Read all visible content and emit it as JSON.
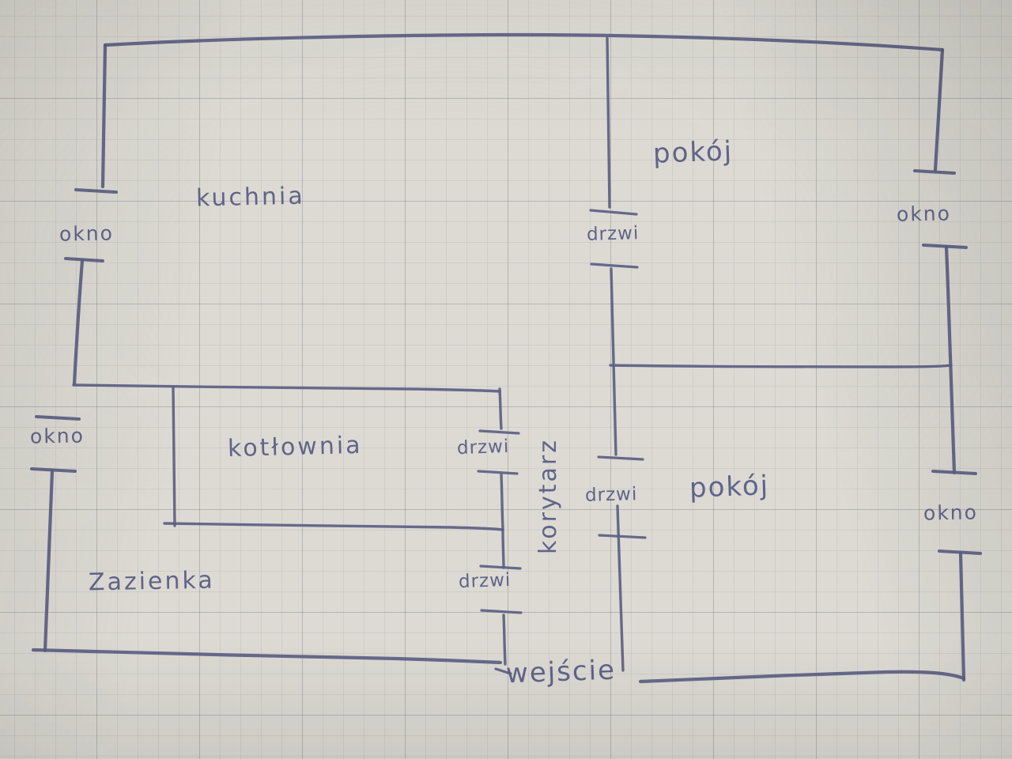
{
  "document": {
    "kind": "hand-drawn floor plan sketch on graph paper",
    "language": "Polish",
    "ink_color": "#5b5f83",
    "paper_color": "#dcdad3",
    "grid_color": "#787c84"
  },
  "rooms": [
    {
      "id": "kuchnia",
      "label": "kuchnia",
      "translation": "kitchen"
    },
    {
      "id": "pokoj-1",
      "label": "pokój",
      "translation": "room"
    },
    {
      "id": "pokoj-2",
      "label": "pokój",
      "translation": "room"
    },
    {
      "id": "kotlownia",
      "label": "kotłownia",
      "translation": "boiler room"
    },
    {
      "id": "lazienka",
      "label": "Zazienka",
      "translation": "bathroom"
    },
    {
      "id": "korytarz",
      "label": "korytarz",
      "translation": "corridor"
    }
  ],
  "windows": [
    {
      "id": "okno-kuchnia-left",
      "label": "okno",
      "wall": "left-upper"
    },
    {
      "id": "okno-kotlownia-left",
      "label": "okno",
      "wall": "left-middle"
    },
    {
      "id": "okno-pokoj-1-right",
      "label": "okno",
      "wall": "right-upper"
    },
    {
      "id": "okno-pokoj-2-right",
      "label": "okno",
      "wall": "right-lower"
    }
  ],
  "doors": [
    {
      "id": "drzwi-pokoj-1",
      "label": "drzwi",
      "translation": "door"
    },
    {
      "id": "drzwi-pokoj-2",
      "label": "drzwi",
      "translation": "door"
    },
    {
      "id": "drzwi-kotlownia",
      "label": "drzwi",
      "translation": "door"
    },
    {
      "id": "drzwi-lazienka",
      "label": "drzwi",
      "translation": "door"
    }
  ],
  "entrance": {
    "id": "wejscie",
    "label": "wejście",
    "translation": "entrance"
  },
  "labels": {
    "kuchnia": "kuchnia",
    "pokoj_top": "pokój",
    "pokoj_bottom": "pokój",
    "kotlownia": "kotłownia",
    "lazienka": "Zazienka",
    "korytarz": "korytarz",
    "okno_top_left": "okno",
    "okno_mid_left": "okno",
    "okno_top_right": "okno",
    "okno_bottom_right": "okno",
    "drzwi_top": "drzwi",
    "drzwi_mid": "drzwi",
    "drzwi_kotlownia": "drzwi",
    "drzwi_lazienka": "drzwi",
    "wejscie": "wejście"
  }
}
